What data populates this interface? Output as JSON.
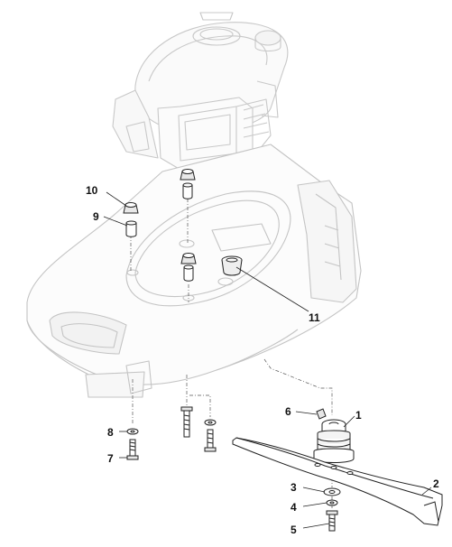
{
  "diagram": {
    "type": "exploded-parts-view",
    "callouts": [
      {
        "id": "c1",
        "label": "1"
      },
      {
        "id": "c2",
        "label": "2"
      },
      {
        "id": "c3",
        "label": "3"
      },
      {
        "id": "c4",
        "label": "4"
      },
      {
        "id": "c5",
        "label": "5"
      },
      {
        "id": "c6",
        "label": "6"
      },
      {
        "id": "c7",
        "label": "7"
      },
      {
        "id": "c8",
        "label": "8"
      },
      {
        "id": "c9",
        "label": "9"
      },
      {
        "id": "c10",
        "label": "10"
      },
      {
        "id": "c11",
        "label": "11"
      }
    ]
  }
}
